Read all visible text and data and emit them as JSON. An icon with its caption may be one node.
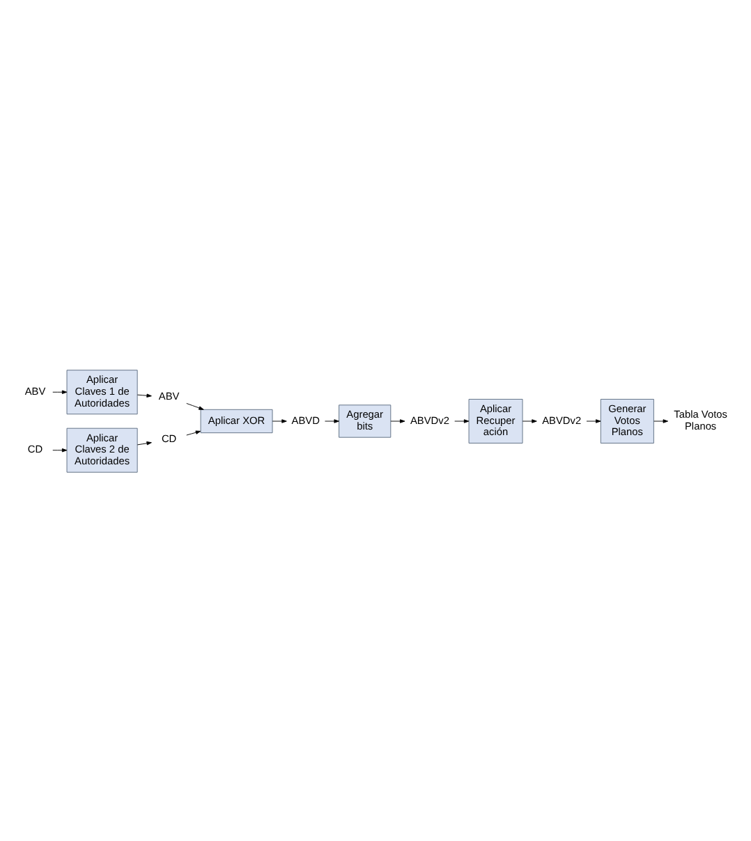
{
  "diagram": {
    "nodes": [
      {
        "text": [
          "ABV"
        ]
      },
      {
        "text": [
          "Aplicar Claves 1 de Autoridades"
        ]
      },
      {
        "text": [
          "ABV"
        ]
      },
      {
        "text": [
          "Aplicar XOR"
        ]
      },
      {
        "text": [
          "CD"
        ]
      },
      {
        "text": [
          "Aplicar Claves 2 de Autoridades"
        ]
      },
      {
        "text": [
          "CD"
        ]
      },
      {
        "text": [
          "ABVD"
        ]
      },
      {
        "text": [
          "Agregar bits"
        ]
      },
      {
        "text": [
          "ABVDv2"
        ]
      },
      {
        "text": [
          "Aplicar Recuper ación"
        ]
      },
      {
        "text": [
          "ABVDv2"
        ]
      },
      {
        "text": [
          "Generar Votos Planos"
        ]
      },
      {
        "text": [
          "Tabla Votos Planos"
        ]
      }
    ],
    "edges": [
      {
        "from": 0,
        "to": 1,
        "arrow": "to"
      },
      {
        "from": 1,
        "to": 2,
        "arrow": "to"
      },
      {
        "from": 2,
        "to": 3,
        "arrow": "to"
      },
      {
        "from": 4,
        "to": 5,
        "arrow": "to"
      },
      {
        "from": 5,
        "to": 6,
        "arrow": "to"
      },
      {
        "from": 6,
        "to": 3,
        "arrow": "to"
      },
      {
        "from": 3,
        "to": 7,
        "arrow": "to"
      },
      {
        "from": 7,
        "to": 8,
        "arrow": "to"
      },
      {
        "from": 8,
        "to": 9,
        "arrow": "to"
      },
      {
        "from": 9,
        "to": 10,
        "arrow": "to"
      },
      {
        "from": 10,
        "to": 11,
        "arrow": "to"
      },
      {
        "from": 11,
        "to": 12,
        "arrow": "to"
      },
      {
        "from": 12,
        "to": 13,
        "arrow": "to"
      }
    ]
  }
}
